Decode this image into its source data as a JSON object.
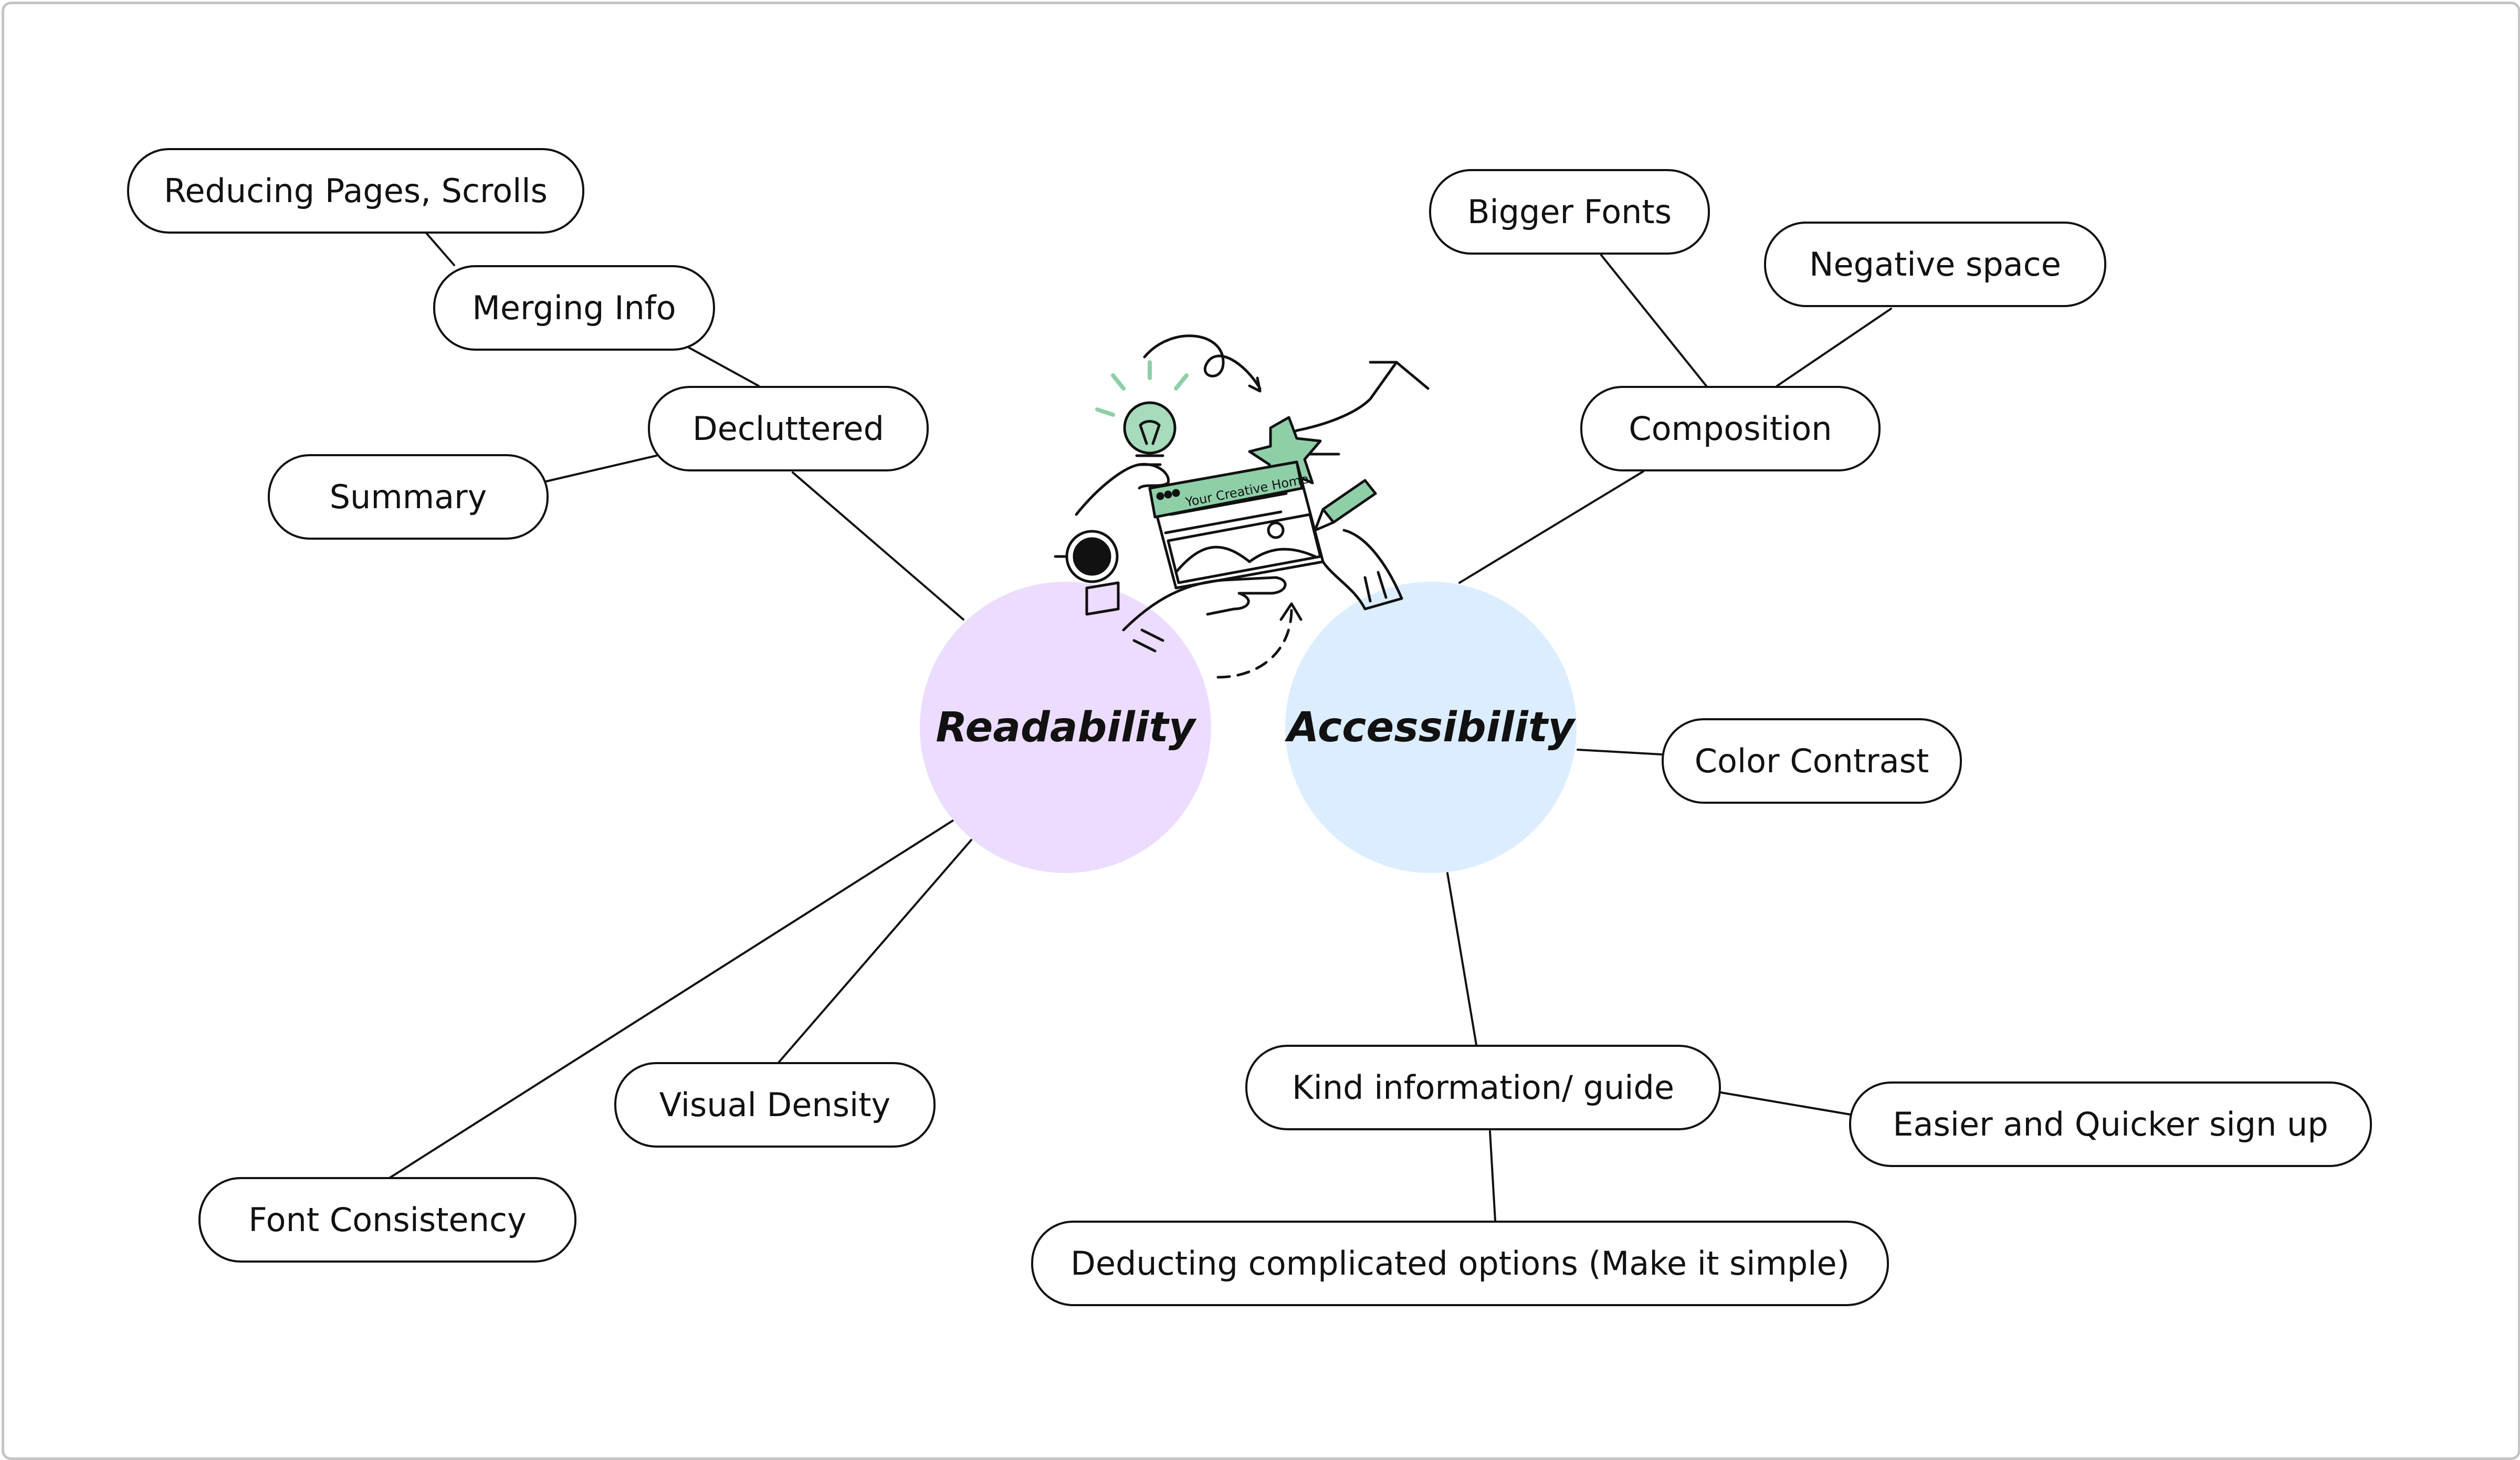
{
  "hubs": {
    "readability": {
      "label": "Readability",
      "color": "#ecdcff"
    },
    "accessibility": {
      "label": "Accessibility",
      "color": "#dcedff"
    }
  },
  "readability_nodes": {
    "decluttered": "Decluttered",
    "merging_info": "Merging Info",
    "reducing_pages": "Reducing Pages, Scrolls",
    "summary": "Summary",
    "visual_density": "Visual Density",
    "font_consistency": "Font Consistency"
  },
  "accessibility_nodes": {
    "composition": "Composition",
    "bigger_fonts": "Bigger Fonts",
    "negative_space": "Negative space",
    "color_contrast": "Color Contrast",
    "kind_information": "Kind information/ guide",
    "easier_signup": "Easier and Quicker sign up",
    "deducting_options": "Deducting complicated options (Make it simple)"
  },
  "illustration": {
    "screen_title": "Your Creative Home",
    "accent_color": "#8fcfa8",
    "icons": [
      "lightbulb-icon",
      "star-icon",
      "coffee-cup-icon",
      "marker-icon",
      "curved-arrow-icon"
    ]
  }
}
